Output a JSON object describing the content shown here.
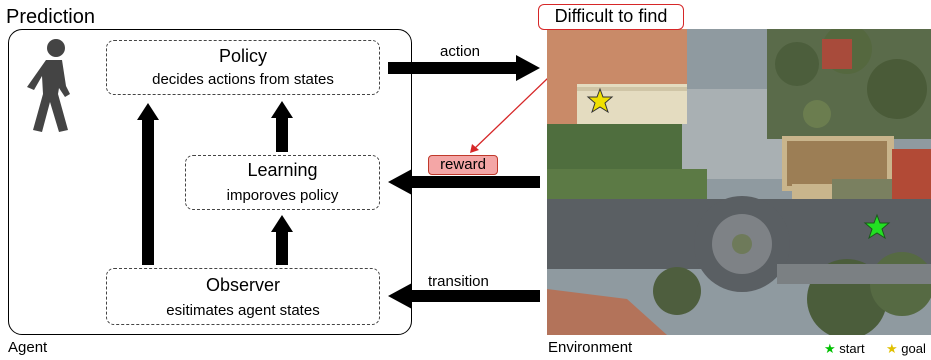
{
  "title": "Prediction",
  "agent_label": "Agent",
  "environment_label": "Environment",
  "policy": {
    "title": "Policy",
    "subtitle": "decides actions from states"
  },
  "learning": {
    "title": "Learning",
    "subtitle": "imporoves policy"
  },
  "observer": {
    "title": "Observer",
    "subtitle": "esitimates agent states"
  },
  "arrows": {
    "action": "action",
    "reward": "reward",
    "transition": "transition"
  },
  "callout": "Difficult to find",
  "legend": {
    "start": "start",
    "goal": "goal"
  },
  "icons": [
    "walking-person-icon",
    "start-star-icon",
    "goal-star-icon"
  ],
  "colors": {
    "reward_fill": "#f4a6a6",
    "callout_border": "#d62728",
    "start_star": "#00c000",
    "goal_star": "#f0e000"
  }
}
